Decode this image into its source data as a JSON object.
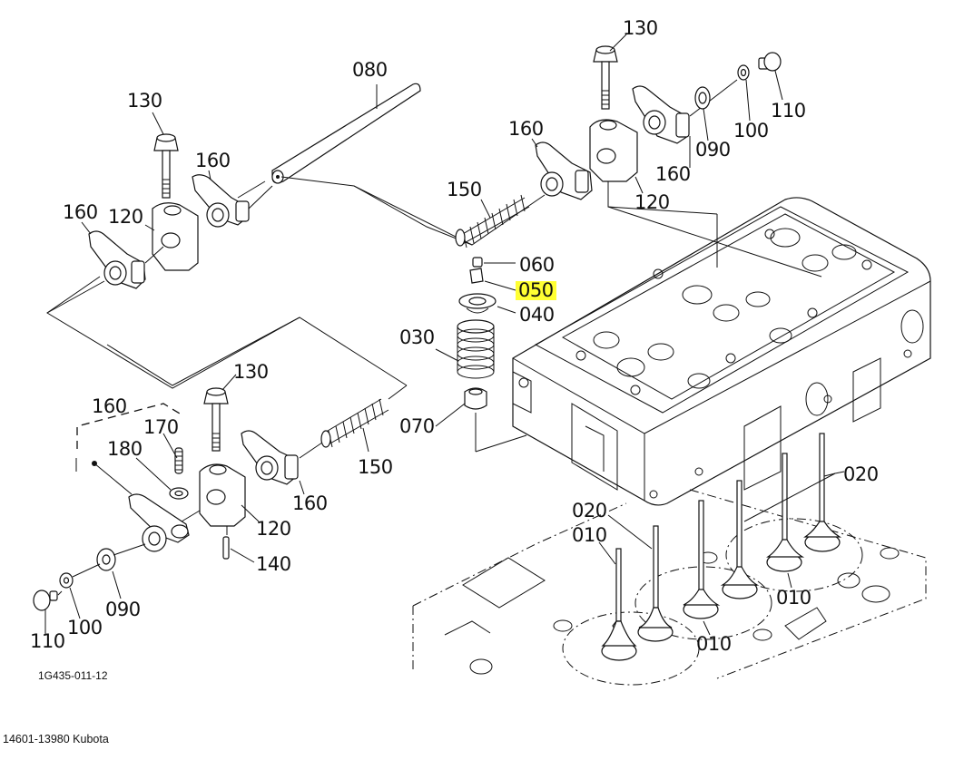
{
  "diagram": {
    "title": "Cylinder head valve train exploded view",
    "figure_code": "1G435-011-12",
    "caption": "14601-13980 Kubota",
    "highlight_color": "#ffff33",
    "highlighted_part": "050",
    "callouts": {
      "upper_left": {
        "p130": "130",
        "p160_a": "160",
        "p160_b": "160",
        "p120": "120",
        "p080": "080"
      },
      "upper_right": {
        "p130": "130",
        "p160_a": "160",
        "p160_b": "160",
        "p120": "120",
        "p150": "150",
        "p090": "090",
        "p100": "100",
        "p110": "110"
      },
      "valve_stack": {
        "p060": "060",
        "p050": "050",
        "p040": "040",
        "p030": "030",
        "p070": "070"
      },
      "lower_left": {
        "p160_group": "160",
        "p170": "170",
        "p180": "180",
        "p130": "130",
        "p150": "150",
        "p160": "160",
        "p120": "120",
        "p140": "140",
        "p090": "090",
        "p100": "100",
        "p110": "110"
      },
      "valves": {
        "p020_right": "020",
        "p020_left": "020",
        "p010_left": "010",
        "p010_mid": "010",
        "p010_right": "010"
      }
    }
  }
}
